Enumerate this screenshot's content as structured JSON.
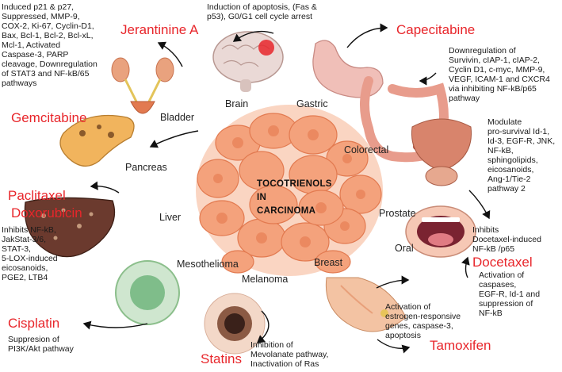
{
  "center": {
    "title": "TOCOTRIENOLS\nIN\nCARCINOMA"
  },
  "organs": {
    "brain": "Brain",
    "gastric": "Gastric",
    "colorectal": "Colorectal",
    "bladder": "Bladder",
    "pancreas": "Pancreas",
    "liver": "Liver",
    "prostate": "Prostate",
    "oral": "Oral",
    "mesothelioma": "Mesothelioma",
    "melanoma": "Melanoma",
    "breast": "Breast"
  },
  "drugs": {
    "jerantinine": "Jerantinine A",
    "capecitabine": "Capecitabine",
    "gemcitabine": "Gemcitabine",
    "paclitaxel": "Paclitaxel",
    "doxorubicin": "Doxorubicin",
    "docetaxel": "Docetaxel",
    "cisplatin": "Cisplatin",
    "statins": "Statins",
    "tamoxifen": "Tamoxifen"
  },
  "effects": {
    "bladder": "Induced p21 & p27,\nSuppressed, MMP-9,\nCOX-2, Ki-67, Cyclin-D1,\nBax, Bcl-1, Bcl-2, Bcl-xL,\nMcl-1, Activated\nCaspase-3, PARP\ncleavage, Downregulation\nof STAT3 and NF-kB/65\npathways",
    "brain": "Induction of apoptosis, (Fas &\np53), G0/G1 cell cycle arrest",
    "colorectal": "Downregulation of\nSurvivin, cIAP-1, cIAP-2,\nCyclin D1, c-myc, MMP-9,\nVEGF, ICAM-1 and CXCR4\nvia inhibiting NF-kB/p65\npathway",
    "prostate": "Modulate\npro-survival  Id-1,\nId-3, EGF-R, JNK,\nNF-kB,\nsphingolipids,\neicosanoids,\nAng-1/Tie-2\npathway 2",
    "oral": "Inhibits\nDocetaxel-induced\nNF-kB /p65",
    "docetaxel": "Activation of\ncaspases,\nEGF-R, Id-1 and\nsuppression of\nNF-kB",
    "liver": "Inhibits NF-kB,\nJakStat-3/6,\nSTAT-3,\n5-LOX-induced\neicosanoids,\nPGE2, LTB4",
    "breast": "Activation of\nestrogen-responsive\ngenes, caspase-3,\napoptosis",
    "cisplatin": "Suppresion of\nPI3K/Akt pathway",
    "melanoma": "Inhibition of\nMevolanate pathway,\nInactivation of Ras"
  },
  "colors": {
    "drug": "#e8262b",
    "cells": "#f4a27c",
    "cellsDark": "#e9845a"
  }
}
